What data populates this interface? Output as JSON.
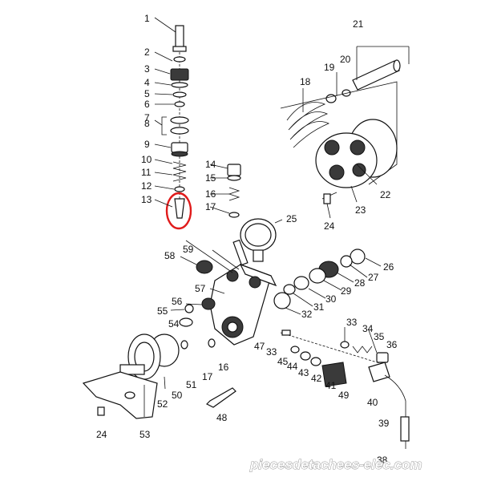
{
  "watermark": "piecesdetachees-elec.com",
  "highlight_color": "#e01b1b",
  "labels": {
    "n1": "1",
    "n2": "2",
    "n3": "3",
    "n4": "4",
    "n5": "5",
    "n6": "6",
    "n7": "7",
    "n8": "8",
    "n9": "9",
    "n10": "10",
    "n11": "11",
    "n12": "12",
    "n13": "13",
    "n14": "14",
    "n15": "15",
    "n16a": "16",
    "n17a": "17",
    "n18": "18",
    "n19": "19",
    "n20": "20",
    "n21": "21",
    "n22": "22",
    "n23": "23",
    "n24a": "24",
    "n25": "25",
    "n26": "26",
    "n27": "27",
    "n28": "28",
    "n29": "29",
    "n30": "30",
    "n31": "31",
    "n32": "32",
    "n33a": "33",
    "n34": "34",
    "n35": "35",
    "n36": "36",
    "n33b": "33",
    "n45": "45",
    "n44": "44",
    "n43": "43",
    "n47": "47",
    "n42": "42",
    "n41": "41",
    "n49": "49",
    "n40": "40",
    "n39": "39",
    "n38": "38",
    "n48": "48",
    "n16b": "16",
    "n17b": "17",
    "n51": "51",
    "n50": "50",
    "n52": "52",
    "n53": "53",
    "n24b": "24",
    "n54": "54",
    "n55": "55",
    "n56": "56",
    "n57": "57",
    "n58": "58",
    "n59": "59"
  }
}
